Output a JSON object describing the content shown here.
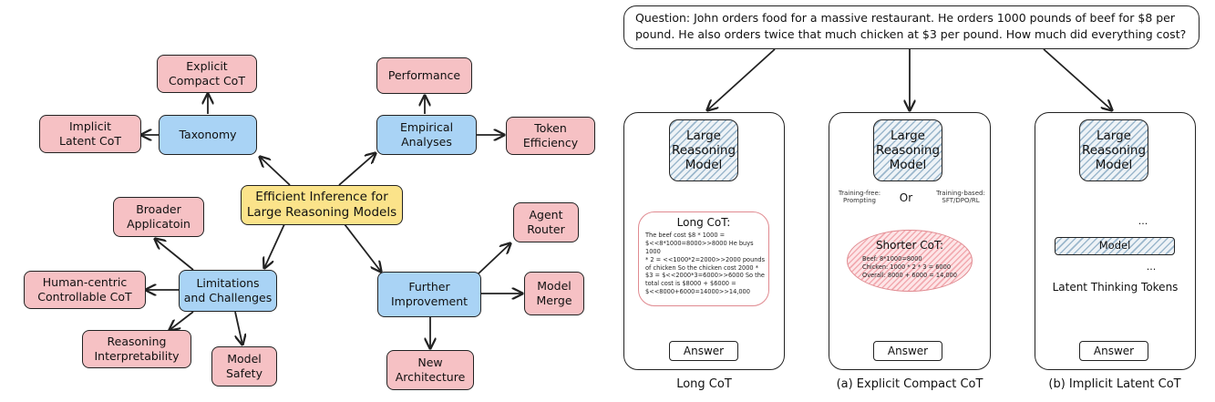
{
  "mindmap": {
    "center": "Efficient Inference for\nLarge Reasoning Models",
    "taxonomy": "Taxonomy",
    "explicit_compact": "Explicit\nCompact CoT",
    "implicit_latent": "Implicit\nLatent CoT",
    "empirical": "Empirical\nAnalyses",
    "performance": "Performance",
    "token_efficiency": "Token\nEfficiency",
    "limitations": "Limitations\nand Challenges",
    "broader": "Broader\nApplicatoin",
    "human_centric": "Human-centric\nControllable CoT",
    "reasoning_interp": "Reasoning\nInterpretability",
    "model_safety": "Model\nSafety",
    "further": "Further\nImprovement",
    "agent_router": "Agent\nRouter",
    "model_merge": "Model\nMerge",
    "new_arch": "New\nArchitecture"
  },
  "question": "Question: John orders food for a massive restaurant. He orders 1000 pounds of beef for $8 per\npound. He also orders twice that much chicken at $3 per pound. How much did everything cost?",
  "panels": {
    "lrm_label": "Large\nReasoning\nModel",
    "long": {
      "cot_title": "Long CoT:",
      "cot_text": "The beef cost $8 * 1000 =\n$<<8*1000=8000>>8000 He buys 1000\n* 2 = <<1000*2=2000>>2000 pounds\nof chicken So the chicken cost 2000 *\n$3 = $<<2000*3=6000>>6000 So the\ntotal cost is $8000 + $6000 =\n$<<8000+6000=14000>>14,000",
      "answer": "Answer",
      "caption": "Long CoT"
    },
    "explicit": {
      "left_note": "Training-free:\nPrompting",
      "or": "Or",
      "right_note": "Training-based:\nSFT/DPO/RL",
      "cot_title": "Shorter CoT:",
      "cot_text": "Beef: 8*1000=8000\nChicken: 1000 * 2 * 3 = 6000\nOverall: 8000 + 6000 = 14,000",
      "answer": "Answer",
      "caption": "(a) Explicit Compact CoT"
    },
    "implicit": {
      "model_label": "Model",
      "ellipsis_top": "...",
      "ellipsis_bottom": "...",
      "latent_label": "Latent Thinking Tokens",
      "answer": "Answer",
      "caption": "(b) Implicit Latent CoT"
    }
  },
  "colors": {
    "pink": "#f6c1c4",
    "blue": "#a9d3f5",
    "yellow": "#fbe38a",
    "hatch": "#9bb7cc"
  }
}
